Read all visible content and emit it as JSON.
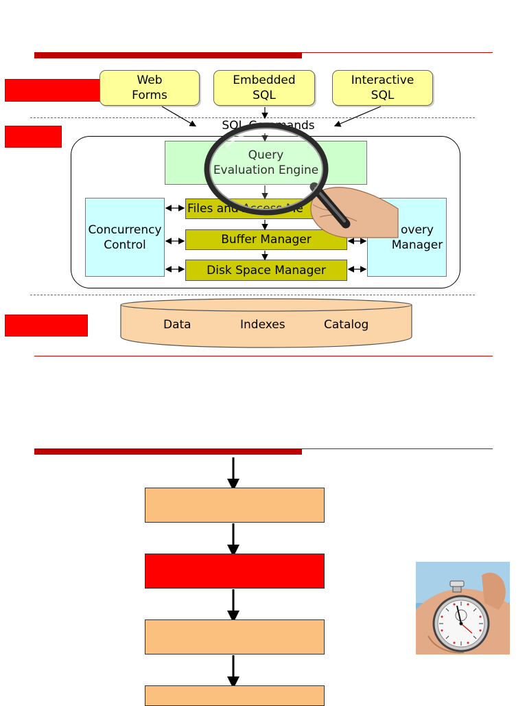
{
  "slide1": {
    "interfaces": [
      {
        "label": "Web\nForms"
      },
      {
        "label": "Embedded\nSQL"
      },
      {
        "label": "Interactive\nSQL"
      }
    ],
    "sql_commands": "SQL Commands",
    "query_engine": "Query\nEvaluation Engine",
    "files_access": "Files and Access Me",
    "buffer_manager": "Buffer Manager",
    "disk_space_manager": "Disk Space Manager",
    "concurrency_control": "Concurrency\nControl",
    "recovery_manager": "overy\nManager",
    "database": {
      "data": "Data",
      "indexes": "Indexes",
      "catalog": "Catalog"
    }
  },
  "colors": {
    "accent_red": "#ff0000",
    "rule_red": "#c00000",
    "interface_yellow": "#ffff99",
    "engine_green": "#ccffcc",
    "manager_olive": "#cccc00",
    "side_cyan": "#ccffff",
    "db_peach": "#fbd5a8",
    "flow_peach": "#fbbf7e"
  },
  "icons": [
    "magnifying-glass-hand-icon",
    "stopwatch-hand-photo"
  ]
}
